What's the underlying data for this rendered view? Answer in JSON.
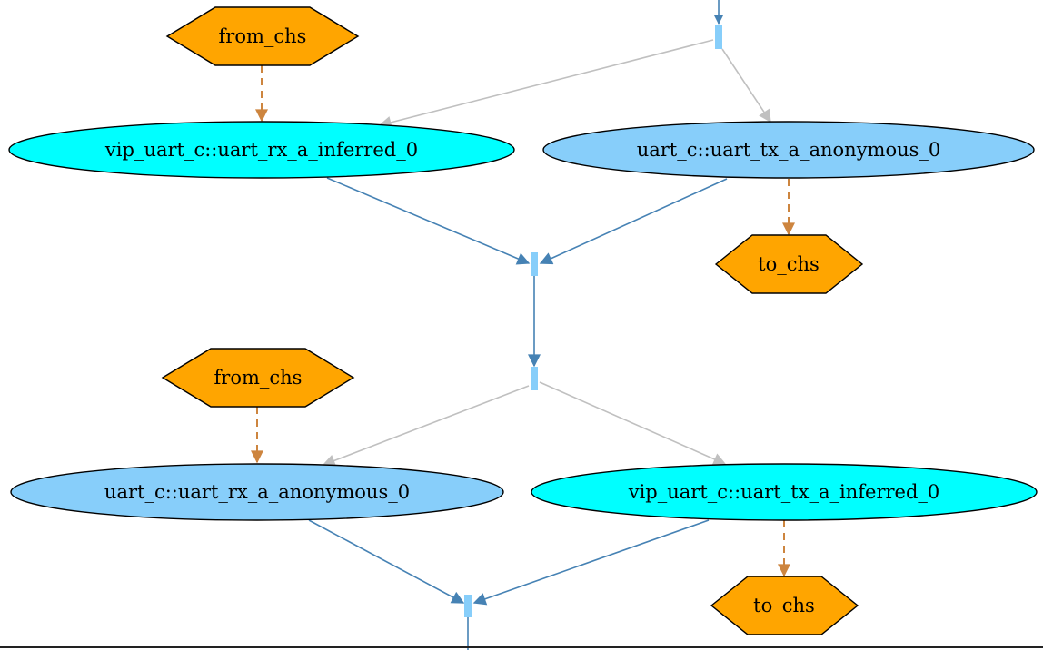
{
  "colors": {
    "hexagon_fill": "#ffa500",
    "ellipse_inferred_fill": "#00ffff",
    "ellipse_anonymous_fill": "#87cefa",
    "junction_fill": "#87cefa",
    "flow_edge": "#4682b4",
    "fork_edge": "#c0c0c0",
    "channel_edge": "#cd853f",
    "node_stroke": "#000000"
  },
  "nodes": {
    "from_chs_1": "from_chs",
    "rx_inferred_0": "vip_uart_c::uart_rx_a_inferred_0",
    "tx_anonymous_0": "uart_c::uart_tx_a_anonymous_0",
    "to_chs_1": "to_chs",
    "from_chs_2": "from_chs",
    "rx_anonymous_0": "uart_c::uart_rx_a_anonymous_0",
    "tx_inferred_0": "vip_uart_c::uart_tx_a_inferred_0",
    "to_chs_2": "to_chs"
  }
}
